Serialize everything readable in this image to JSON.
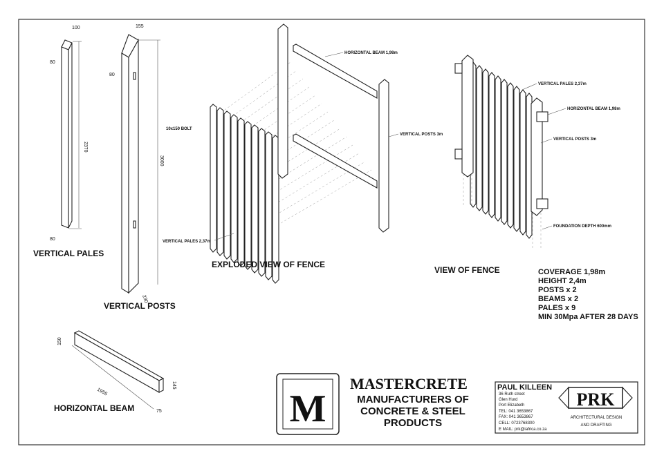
{
  "drawing": {
    "pales": {
      "title": "VERTICAL PALES",
      "dim_width": "100",
      "dim_depth_top": "80",
      "dim_length": "2370",
      "dim_depth_bottom": "80"
    },
    "posts": {
      "title": "VERTICAL POSTS",
      "dim_width": "155",
      "dim_depth": "80",
      "dim_length": "3000",
      "dim_bottom": "230"
    },
    "beam": {
      "title": "HORIZONTAL BEAM",
      "dim_height": "150",
      "dim_length": "1955",
      "dim_end": "145",
      "dim_depth": "75"
    },
    "exploded": {
      "title": "EXPLODED VIEW OF FENCE",
      "bolt": "10x150 BOLT",
      "beam": "HORIZONTAL BEAM 1,98m",
      "posts": "VERTICAL POSTS 3m",
      "pales": "VERTICAL PALES 2,37m"
    },
    "view": {
      "title": "VIEW OF FENCE",
      "pales": "VERTICAL PALES 2,37m",
      "beam": "HORIZONTAL BEAM 1,98m",
      "posts": "VERTICAL POSTS 3m",
      "foundation": "FOUNDATION DEPTH 600mm"
    },
    "specs": [
      "COVERAGE 1,98m",
      "HEIGHT 2,4m",
      "POSTS x 2",
      "BEAMS x 2",
      "PALES x 9",
      "MIN 30Mpa AFTER 28 DAYS"
    ]
  },
  "brand": {
    "logo_letter": "M",
    "name": "MASTERCRETE",
    "line1": "MANUFACTURERS OF",
    "line2": "CONCRETE & STEEL",
    "line3": "PRODUCTS"
  },
  "titleblock": {
    "name": "PAUL KILLEEN",
    "address1": "36 Ruth street",
    "address2": "Glen Hurd",
    "address3": "Port Elizabeth",
    "tel": "TEL:  041  3653867",
    "fax": "FAX:  041  3653867",
    "cell": "CELL:  0723768300",
    "email": "E MAIL:  prk@iafrica.co.za",
    "logo": "PRK",
    "tag1": "ARCHITECTURAL DESIGN",
    "tag2": "AND DRAFTING"
  }
}
